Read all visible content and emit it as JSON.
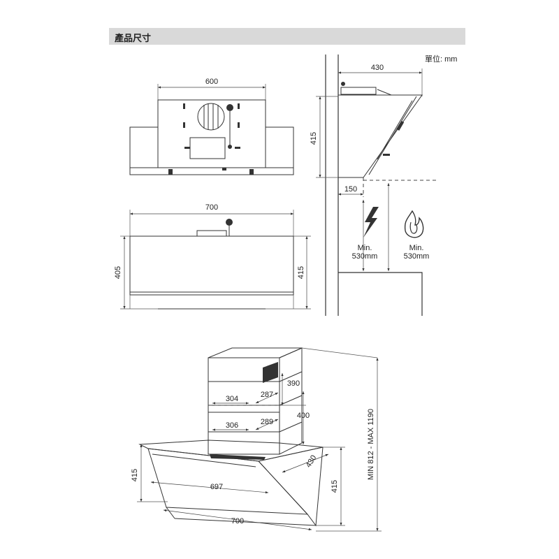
{
  "header": {
    "title": "產品尺寸",
    "unit": "單位: mm"
  },
  "front_view": {
    "width_label": "600"
  },
  "side_view": {
    "depth_label": "430",
    "height_label": "415",
    "offset_label": "150",
    "electric_clearance": {
      "line1": "Min.",
      "line2": "530mm",
      "icon": "electric-bolt-icon"
    },
    "gas_clearance": {
      "line1": "Min.",
      "line2": "530mm",
      "icon": "flame-icon"
    }
  },
  "top_view": {
    "width_label": "700",
    "left_height_label": "405",
    "right_height_label": "415"
  },
  "iso_view": {
    "label_390": "390",
    "label_287": "287",
    "label_304": "304",
    "label_400": "400",
    "label_306": "306",
    "label_289": "289",
    "label_430": "430",
    "label_415_left": "415",
    "label_697": "697",
    "label_415_right": "415",
    "label_700": "700",
    "total_height_label": "MIN 812 - MAX 1190"
  }
}
